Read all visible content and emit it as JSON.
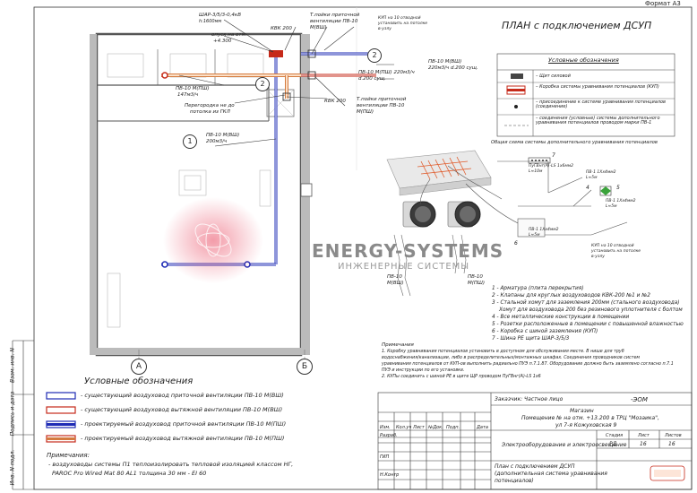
{
  "format_label": "Формат А3",
  "plan_title": "ПЛАН с подключением ДСУП",
  "watermark": {
    "line1": "ENERGY-SYSTEMS",
    "line2": "ИНЖЕНЕРНЫЕ СИСТЕМЫ"
  },
  "top_callouts": {
    "shar": "ШАР-3/5/3-0,4кВ",
    "shar_h": "h:1600мм",
    "kvk_top": "КВК 200",
    "opusk": "опуск на отм.",
    "opusk_h": "+4.300",
    "tpanel_1": "Т.пойки приточной",
    "tpanel_2": "вентиляции ПВ-10",
    "tpanel_3": "М(ВШ)",
    "kup_1": "КУП на 10 отводной",
    "kup_2": "установить на потолке",
    "kup_3": "в-узлу"
  },
  "right_plan_labels": {
    "pv_mvsh": "ПВ-10 М(ВШ)",
    "pv_mvsh_flow": "220м3/ч d.200 сущ.",
    "pv_mpsh": "ПВ-10 М(ПШ) 220м3/ч",
    "pv_mpsh_flow": "d.200 сущ.",
    "kvk_mid": "КВК 200",
    "tpanel2_1": "Т.пойки приточной",
    "tpanel2_2": "вентиляции ПВ-10",
    "tpanel2_3": "М(ПШ)"
  },
  "left_plan_labels": {
    "pv_mpsh": "ПВ-10 М(ПШ)",
    "pv_mpsh_flow": "147м3/ч",
    "pereg_1": "Перегородка не до",
    "pereg_2": "потолка из ГКЛ",
    "pv_mvsh": "ПВ-10 М(ВШ)",
    "pv_mvsh_flow": "200м3/ч",
    "bottom_1": "ПВ-10",
    "bottom_1b": "М(ВШ)",
    "bottom_2": "ПВ-10",
    "bottom_2b": "М(ПШ)"
  },
  "circles": {
    "one": "1",
    "two": "2"
  },
  "axes": {
    "a": "А",
    "b": "Б"
  },
  "legend_right": {
    "title": "Условные обозначения",
    "items": [
      "– Щит силовой",
      "– Коробка системы уравнивания потенциалов (КУП)",
      "– присоединение к системе уравнивания потенциалов (соединение)",
      "– соединения (условные) системы дополнительного уравнивания потенциалов проводом марки ПВ-1"
    ]
  },
  "scheme": {
    "title": "Общая схема системы дополнительного уравнивания потенциалов",
    "n7": "7",
    "cable_main": "ПуГВнг(А)-LS 1х6мм2",
    "cable_main_len": "L≈10м",
    "cable_a": "ПВ-1 1Хх4мм2",
    "cable_a_len": "L≈5м",
    "cable_b": "ПВ-1 1Хх4мм2",
    "cable_b_len": "L≈5м",
    "cable_c": "ПВ-1 1Хх4мм2",
    "cable_c_len": "L≈5м",
    "n4": "4",
    "n5": "5",
    "n6": "6",
    "kup_note_1": "КУП на 10 отводной",
    "kup_note_2": "установить на потолке",
    "kup_note_3": "в-узлу"
  },
  "numbered_list": [
    "1 - Арматура (плита перекрытия)",
    "2 - Клапаны для круглых воздуховодов КВК-200 №1 и №2",
    "3 - Стальной хомут для заземления 200мм (стального воздуховода)",
    "Хомут для воздуховода 200 без резинового уплотнителя с болтом",
    "4 - Все металлические конструкции в помещении",
    "5 - Розетки расположенные в помещении с повышенной влажностью",
    "6 - Коробка с шиной заземления (КУП)",
    "7 - Шина PE щита ШАР-3/5/3"
  ],
  "notes": {
    "title": "Примечания",
    "lines": [
      "1. Коробку уравнивания потенциалов установить в доступном для обслуживания месте. В нише для труб",
      "водоснабжения/канализации, либо в распределительных/монтажных шкафах. Соединения проводников систем",
      "уравнивания потенциалов от КУП-ов выполнить радиально ПУЭ п.7.1.87. Оборудование должно быть заземлено согласно п.7.1",
      "ПУЭ и инструкции по его установке.",
      "2. КУПы соединить с шиной PE в щите ЩР проводом ПуГВнг(А)-LS 1х6"
    ]
  },
  "legend_left": {
    "title": "Условные обозначения",
    "items": [
      "- существующий воздуховод приточной вентиляции ПВ-10 М(ВШ)",
      "- существующий воздуховод вытяжной вентиляции ПВ-10 М(ВШ)",
      "- проектируемый воздуховод приточной вентиляции ПВ-10 М(ПШ)",
      "- проектируемый воздуховод вытяжной вентиляции ПВ-10 М(ПШ)"
    ],
    "notes_title": "Примечания:",
    "note_1": "- воздуховоды системы П1 теплоизолировать тепловой изоляцией классом НГ,",
    "note_2": "PAROC Pro Wired Mat 80 AL1 толщина 30 мм - EI 60"
  },
  "side_stamps": [
    "Инв. N подл.",
    "Подпись и дата",
    "Взам. инв. N"
  ],
  "title_block": {
    "customer": "Заказчик: Частное лицо",
    "code": "-ЭОМ",
    "object_1": "Магазин",
    "object_2": "Помещение № на отм. +13.200 в ТРЦ \"Мозаика\",",
    "object_3": "ул 7-я Кожуховская 9",
    "hdr_izm": "Изм.",
    "hdr_kol": "Кол.уч",
    "hdr_list": "Лист",
    "hdr_ndoc": "№Док.",
    "hdr_podp": "Подп.",
    "hdr_data": "Дата",
    "razrab": "Разраб.",
    "gip": "ГИП",
    "nkontr": "Н.Контр",
    "section": "Электрооборудование и электроосвещение",
    "stadia": "Стадия",
    "list": "Лист",
    "listov": "Листов",
    "stadia_v": "РД",
    "list_v": "16",
    "listov_v": "16",
    "sheet_1": "План с подключением ДСУП",
    "sheet_2": "(дополнительная система уравнивания",
    "sheet_3": "потенциалов)"
  }
}
